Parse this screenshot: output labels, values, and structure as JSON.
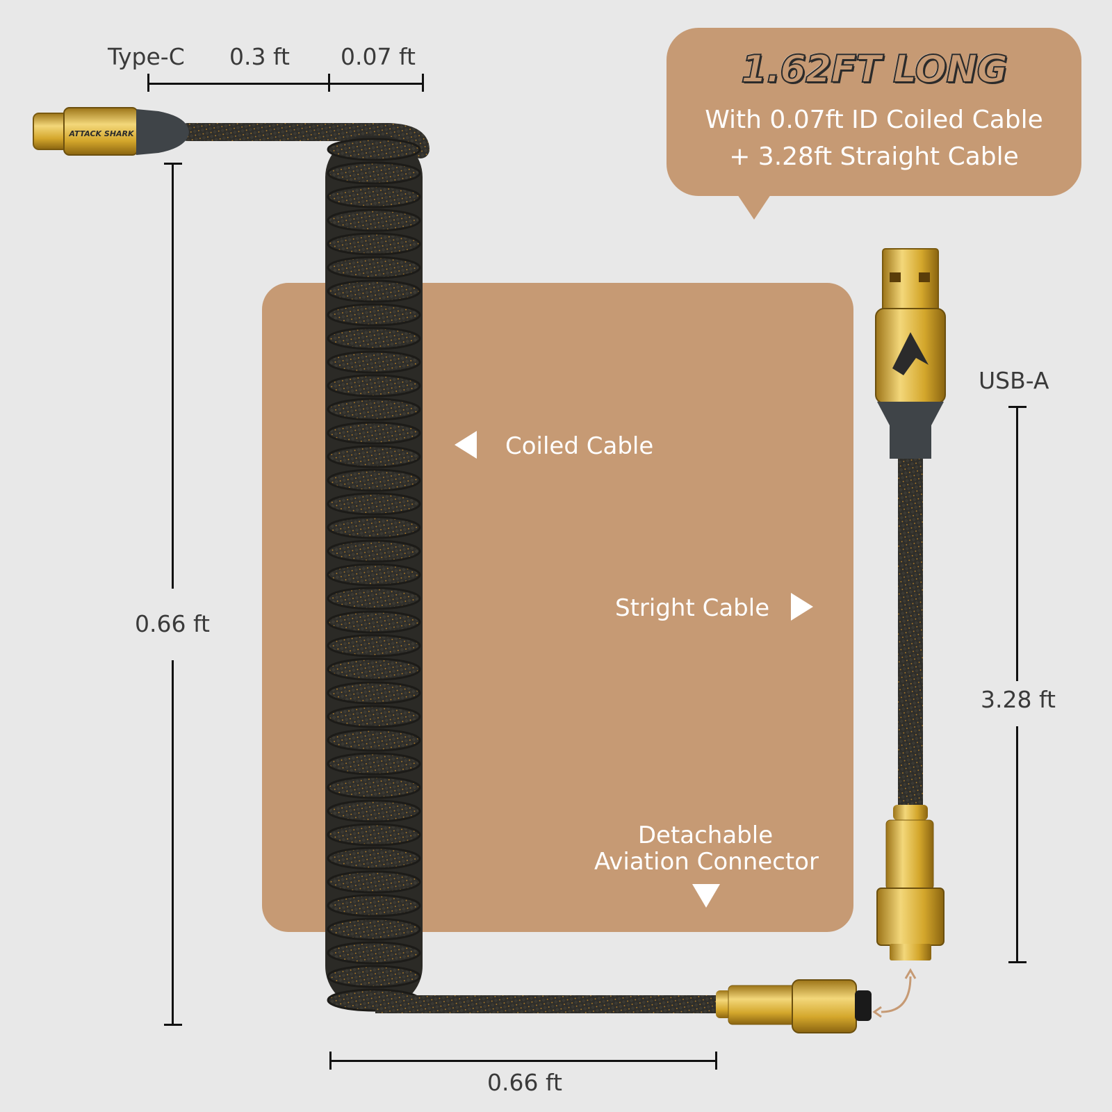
{
  "headline": "1.62FT LONG",
  "subline_1": "With 0.07ft ID Coiled Cable",
  "subline_2": "+ 3.28ft Straight Cable",
  "labels": {
    "type_c": "Type-C",
    "usb_a": "USB-A",
    "coiled_cable": "Coiled Cable",
    "straight_cable": "Stright Cable",
    "detachable_line1": "Detachable",
    "detachable_line2": "Aviation Connector"
  },
  "dimensions": {
    "top_left_segment": "0.3 ft",
    "top_right_segment": "0.07 ft",
    "left_vertical": "0.66 ft",
    "bottom_horizontal": "0.66 ft",
    "right_vertical": "3.28 ft"
  },
  "brand_text": "ATTACK SHARK",
  "colors": {
    "background": "#e8e8e8",
    "panel": "#c69a74",
    "cable": "#2f2e2a",
    "gold": "#d4a72c",
    "connector_dark": "#3f4448"
  }
}
